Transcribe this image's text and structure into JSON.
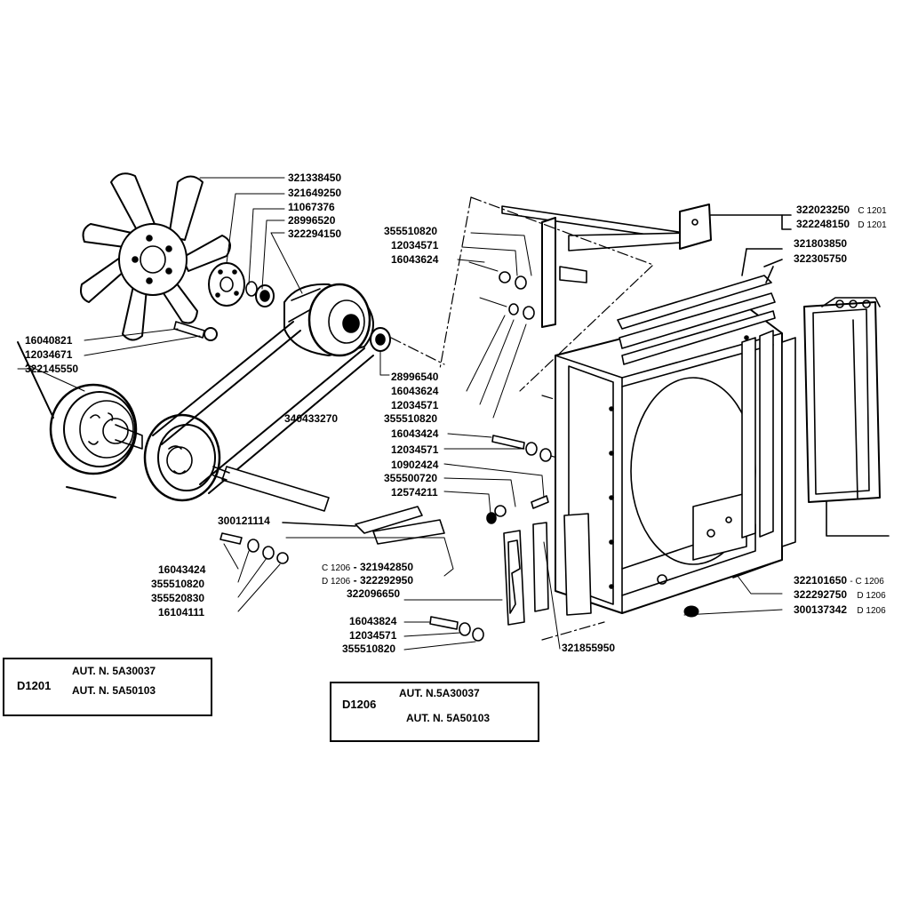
{
  "fan_group": {
    "labels": [
      "321338450",
      "321649250",
      "11067376",
      "28996520",
      "322294150"
    ]
  },
  "left_hardware": {
    "labels": [
      "16040821",
      "12034671",
      "322145550"
    ]
  },
  "belt_label": "340433270",
  "spacer_hardware": {
    "labels": [
      "28996540",
      "16043624",
      "12034571",
      "355510820"
    ]
  },
  "top_mount_hardware": {
    "labels": [
      "355510820",
      "12034571",
      "16043624"
    ]
  },
  "bracket_mount_hardware": {
    "labels": [
      "16043424",
      "12034571",
      "10902424",
      "355500720",
      "12574211"
    ]
  },
  "support_bar": {
    "part": "300121114",
    "variants": [
      {
        "model": "C 1206",
        "part": "321942850"
      },
      {
        "model": "D 1206",
        "part": "322292950"
      }
    ]
  },
  "lower_left_hardware": {
    "labels": [
      "16043424",
      "355510820",
      "355520830",
      "16104111"
    ]
  },
  "plate_label": "322096650",
  "bottom_hardware": {
    "labels": [
      "16043824",
      "12034571",
      "355510820"
    ]
  },
  "side_plate_label": "321855950",
  "top_rod": {
    "variants": [
      {
        "part": "322023250",
        "model": "C 1201"
      },
      {
        "part": "322248150",
        "model": "D 1201"
      }
    ]
  },
  "seal_strips": {
    "labels": [
      "321803850",
      "322305750"
    ]
  },
  "radiator_base": {
    "variants": [
      {
        "part": "322101650",
        "model": "C 1206"
      },
      {
        "part": "322292750",
        "model": "D 1206"
      },
      {
        "part": "300137342",
        "model": "D 1206"
      }
    ]
  },
  "boxes": [
    {
      "model": "D1201",
      "aut1": "AUT. N. 5A30037",
      "aut2": "AUT. N. 5A50103"
    },
    {
      "model": "D1206",
      "aut1": "AUT. N.5A30037",
      "aut2": "AUT. N. 5A50103"
    }
  ]
}
